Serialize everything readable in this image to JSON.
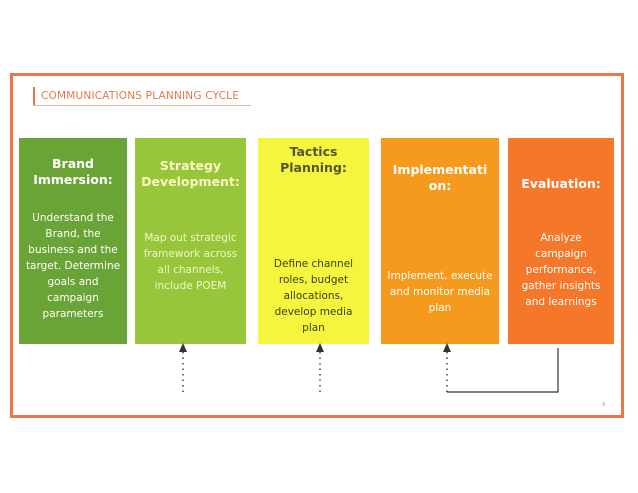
{
  "title": "COMMUNICATIONS PLANNING CYCLE",
  "steps": [
    {
      "heading": "Brand Immersion:",
      "body": "Understand the Brand, the business and the target. Determine goals and campaign parameters",
      "color": "#6aa436"
    },
    {
      "heading": "Strategy Development:",
      "body": "Map out strategic framework across all channels, include POEM",
      "color": "#97c63a"
    },
    {
      "heading": "Tactics Planning:",
      "body": "Define channel roles, budget allocations, develop media plan",
      "color": "#f4f53c"
    },
    {
      "heading": "Implementati on:",
      "body": "Implement, execute and monitor media plan",
      "color": "#f59a1d"
    },
    {
      "heading": "Evaluation:",
      "body": "Analyze campaign performance, gather insights and learnings",
      "color": "#f5772a"
    }
  ],
  "page_number": "9",
  "accent_color": "#e8774d"
}
